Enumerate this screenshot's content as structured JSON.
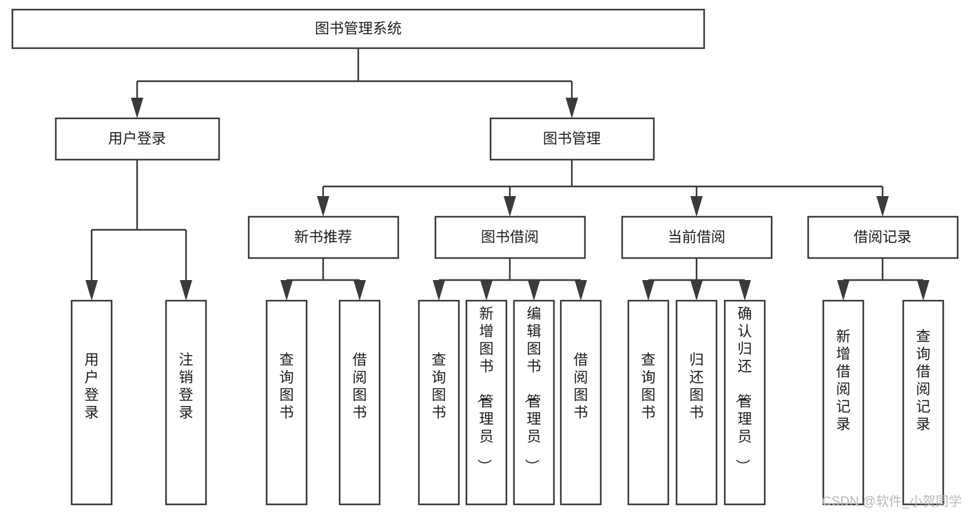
{
  "diagram": {
    "type": "hierarchy-tree",
    "title": "图书管理系统",
    "orientation": "top-down",
    "levels": 4,
    "root": {
      "id": "root",
      "label": "图书管理系统",
      "orientation": "horizontal"
    },
    "level2": [
      {
        "id": "user-login",
        "label": "用户登录",
        "orientation": "horizontal"
      },
      {
        "id": "book-manage",
        "label": "图书管理",
        "orientation": "horizontal"
      }
    ],
    "level3": [
      {
        "id": "new-book-rec",
        "label": "新书推荐",
        "parent": "book-manage",
        "orientation": "horizontal"
      },
      {
        "id": "book-borrow",
        "label": "图书借阅",
        "parent": "book-manage",
        "orientation": "horizontal"
      },
      {
        "id": "current-borrow",
        "label": "当前借阅",
        "parent": "book-manage",
        "orientation": "horizontal"
      },
      {
        "id": "borrow-record",
        "label": "借阅记录",
        "parent": "book-manage",
        "orientation": "horizontal"
      }
    ],
    "leaves": [
      {
        "id": "leaf-user-login",
        "label": "用户登录",
        "parent": "user-login",
        "orientation": "vertical"
      },
      {
        "id": "leaf-logout",
        "label": "注销登录",
        "parent": "user-login",
        "orientation": "vertical"
      },
      {
        "id": "leaf-query-book-1",
        "label": "查询图书",
        "parent": "new-book-rec",
        "orientation": "vertical"
      },
      {
        "id": "leaf-borrow-book-1",
        "label": "借阅图书",
        "parent": "new-book-rec",
        "orientation": "vertical"
      },
      {
        "id": "leaf-query-book-2",
        "label": "查询图书",
        "parent": "book-borrow",
        "orientation": "vertical"
      },
      {
        "id": "leaf-add-book",
        "label": "新增图书（管理员）",
        "parent": "book-borrow",
        "orientation": "vertical"
      },
      {
        "id": "leaf-edit-book",
        "label": "编辑图书（管理员）",
        "parent": "book-borrow",
        "orientation": "vertical"
      },
      {
        "id": "leaf-borrow-book-2",
        "label": "借阅图书",
        "parent": "book-borrow",
        "orientation": "vertical"
      },
      {
        "id": "leaf-query-book-3",
        "label": "查询图书",
        "parent": "current-borrow",
        "orientation": "vertical"
      },
      {
        "id": "leaf-return-book",
        "label": "归还图书",
        "parent": "current-borrow",
        "orientation": "vertical"
      },
      {
        "id": "leaf-confirm-return",
        "label": "确认归还（管理员）",
        "parent": "current-borrow",
        "orientation": "vertical"
      },
      {
        "id": "leaf-add-record",
        "label": "新增借阅记录",
        "parent": "borrow-record",
        "orientation": "vertical"
      },
      {
        "id": "leaf-query-record",
        "label": "查询借阅记录",
        "parent": "borrow-record",
        "orientation": "vertical"
      }
    ],
    "colors": {
      "stroke": "#3b3b3b",
      "fill": "#ffffff",
      "text": "#1c1c1c",
      "watermark": "#b9b9b9",
      "background": "#ffffff"
    }
  },
  "watermark": {
    "text": "CSDN @软件_小贺同学"
  }
}
